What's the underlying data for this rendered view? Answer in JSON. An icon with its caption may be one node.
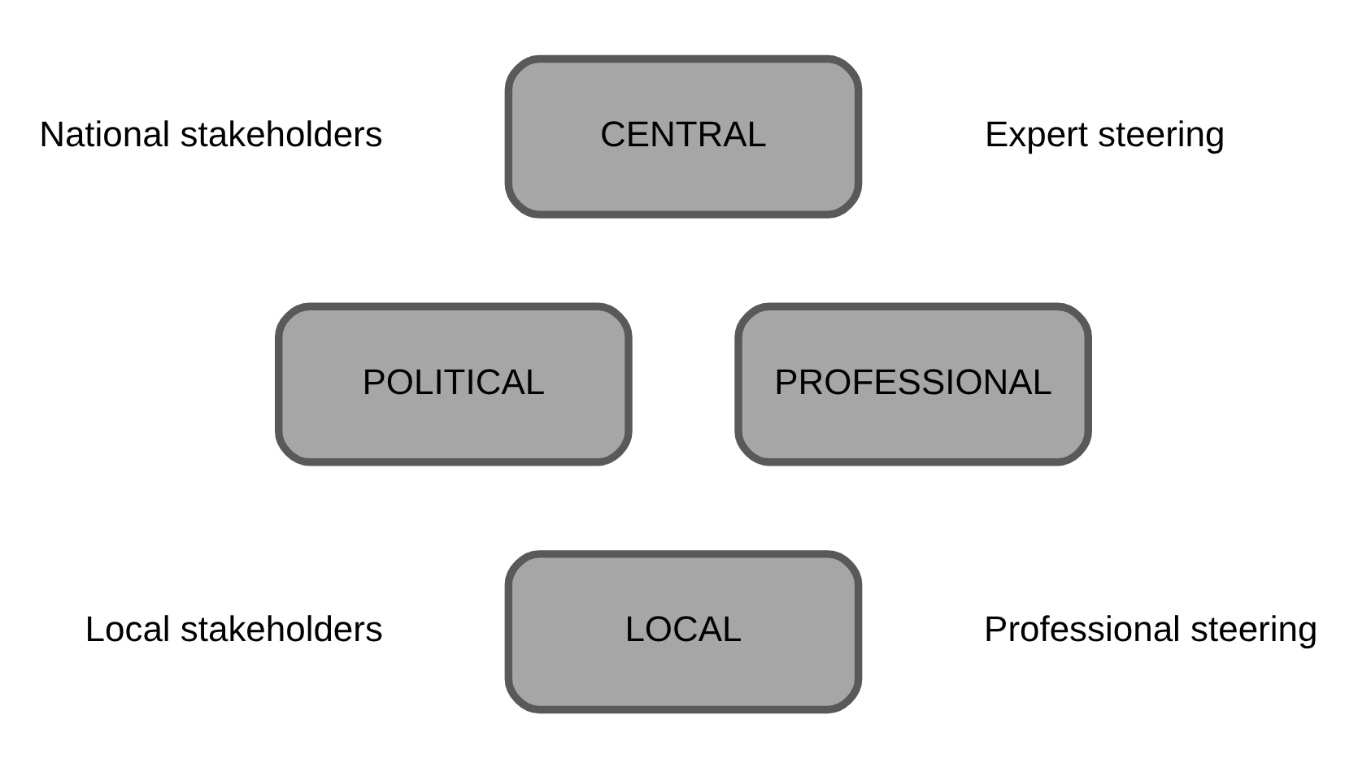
{
  "diagram": {
    "nodes": [
      {
        "text": [
          "CENTRAL"
        ]
      },
      {
        "text": [
          "POLITICAL"
        ]
      },
      {
        "text": [
          "PROFESSIONAL"
        ]
      },
      {
        "text": [
          "LOCAL"
        ]
      }
    ],
    "labels": [
      "National stakeholders",
      "Expert steering",
      "Professional steering",
      "Local stakeholders"
    ]
  }
}
